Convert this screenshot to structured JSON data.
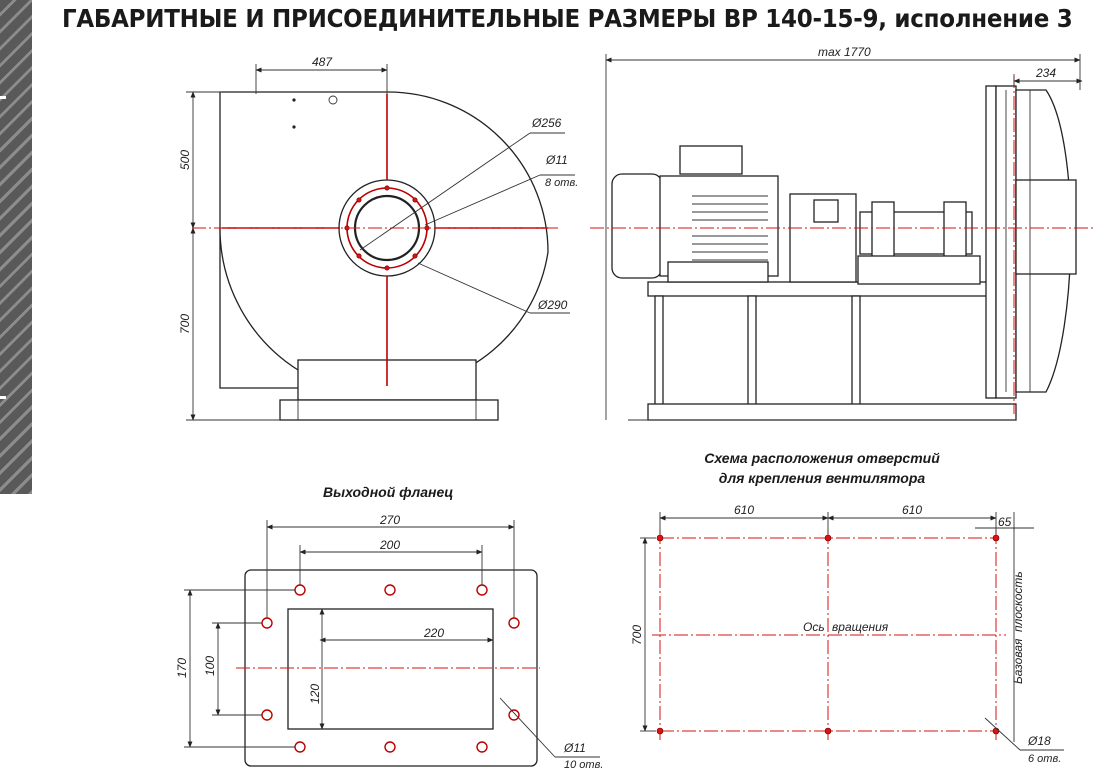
{
  "title": "ГАБАРИТНЫЕ И ПРИСОЕДИНИТЕЛЬНЫЕ РАЗМЕРЫ ВР 140-15-9, исполнение 3",
  "colors": {
    "axis": "#dd1111",
    "line": "#222222",
    "band": "#595959"
  },
  "front_view": {
    "dim_width": "487",
    "dim_upper": "500",
    "dim_lower": "700",
    "dia_inner": "Ø256",
    "dia_bolt": "Ø11",
    "bolt_count": "8 отв.",
    "dia_outer": "Ø290"
  },
  "side_view": {
    "dim_max_length": "max 1770",
    "dim_flange": "234"
  },
  "outlet_flange": {
    "title": "Выходной фланец",
    "dim_270": "270",
    "dim_200": "200",
    "dim_220": "220",
    "dim_170": "170",
    "dim_100": "100",
    "dim_120": "120",
    "hole_dia": "Ø11",
    "hole_count": "10 отв."
  },
  "mount_scheme": {
    "title_line1": "Схема расположения отверстий",
    "title_line2": "для крепления вентилятора",
    "dim_610_left": "610",
    "dim_610_right": "610",
    "dim_65": "65",
    "dim_700": "700",
    "axis_label_a": "Ось",
    "axis_label_b": "вращения",
    "base_plane_a": "Базовая",
    "base_plane_b": "плоскость",
    "hole_dia": "Ø18",
    "hole_count": "6 отв."
  }
}
